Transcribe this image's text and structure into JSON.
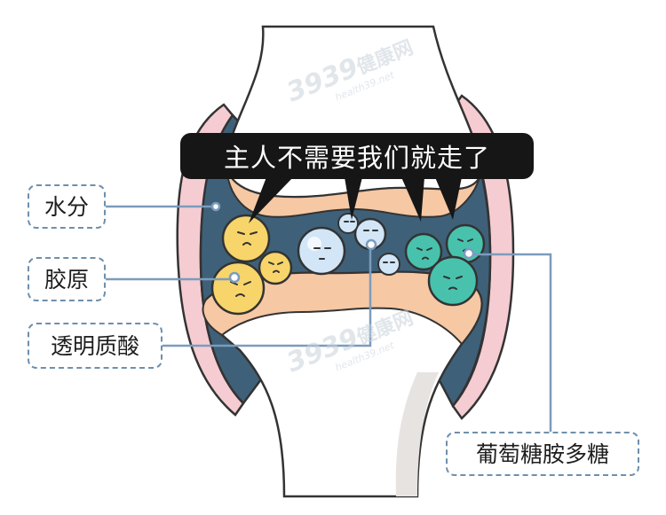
{
  "speech_bubble": {
    "text": "主人不需要我们就走了"
  },
  "labels": {
    "water": "水分",
    "collagen": "胶原",
    "hyaluronic_acid": "透明质酸",
    "glycosaminoglycan": "葡萄糖胺多糖"
  },
  "watermark": {
    "number": "39",
    "brand": "健康网",
    "url": "health39.net"
  },
  "colors": {
    "joint_fluid": "#3e6179",
    "cartilage": "#f6c8a4",
    "capsule": "#f5ccd2",
    "bone": "#ffffff",
    "outline": "#333333",
    "yellow_cell": "#f7d56a",
    "blue_cell": "#d2e6f7",
    "teal_cell": "#48c2ac",
    "leader_line": "#7b9cbd"
  }
}
